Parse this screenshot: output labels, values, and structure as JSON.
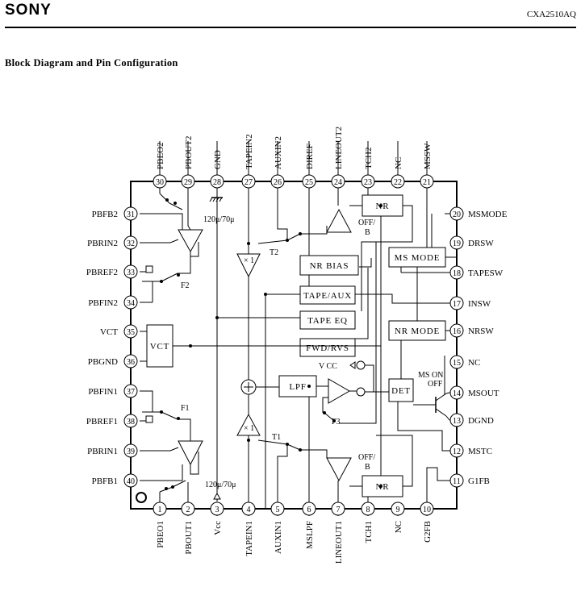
{
  "header": {
    "brand": "SONY",
    "part_number": "CXA2510AQ"
  },
  "section_title": "Block Diagram and Pin Configuration",
  "pins_top": [
    {
      "num": "30",
      "name": "PBEO2"
    },
    {
      "num": "29",
      "name": "PBOUT2"
    },
    {
      "num": "28",
      "name": "GND"
    },
    {
      "num": "27",
      "name": "TAPEIN2"
    },
    {
      "num": "26",
      "name": "AUXIN2"
    },
    {
      "num": "25",
      "name": "DIREF"
    },
    {
      "num": "24",
      "name": "LINEOUT2"
    },
    {
      "num": "23",
      "name": "TCH2"
    },
    {
      "num": "22",
      "name": "NC"
    },
    {
      "num": "21",
      "name": "MSSW"
    }
  ],
  "pins_bottom": [
    {
      "num": "1",
      "name": "PBEO1"
    },
    {
      "num": "2",
      "name": "PBOUT1"
    },
    {
      "num": "3",
      "name": "Vcc"
    },
    {
      "num": "4",
      "name": "TAPEIN1"
    },
    {
      "num": "5",
      "name": "AUXIN1"
    },
    {
      "num": "6",
      "name": "MSLPF"
    },
    {
      "num": "7",
      "name": "LINEOUT1"
    },
    {
      "num": "8",
      "name": "TCH1"
    },
    {
      "num": "9",
      "name": "NC"
    },
    {
      "num": "10",
      "name": "G2FB"
    }
  ],
  "pins_left": [
    {
      "num": "31",
      "name": "PBFB2"
    },
    {
      "num": "32",
      "name": "PBRIN2"
    },
    {
      "num": "33",
      "name": "PBREF2"
    },
    {
      "num": "34",
      "name": "PBFIN2"
    },
    {
      "num": "35",
      "name": "VCT"
    },
    {
      "num": "36",
      "name": "PBGND"
    },
    {
      "num": "37",
      "name": "PBFIN1"
    },
    {
      "num": "38",
      "name": "PBREF1"
    },
    {
      "num": "39",
      "name": "PBRIN1"
    },
    {
      "num": "40",
      "name": "PBFB1"
    }
  ],
  "pins_right": [
    {
      "num": "20",
      "name": "MSMODE"
    },
    {
      "num": "19",
      "name": "DRSW"
    },
    {
      "num": "18",
      "name": "TAPESW"
    },
    {
      "num": "17",
      "name": "INSW"
    },
    {
      "num": "16",
      "name": "NRSW"
    },
    {
      "num": "15",
      "name": "NC"
    },
    {
      "num": "14",
      "name": "MSOUT"
    },
    {
      "num": "13",
      "name": "DGND"
    },
    {
      "num": "12",
      "name": "MSTC"
    },
    {
      "num": "11",
      "name": "G1FB"
    }
  ],
  "blocks": {
    "nr_top": "NR",
    "nr_bottom": "NR",
    "nr_bias": "NR BIAS",
    "tape_aux": "TAPE/AUX",
    "tape_eq": "TAPE EQ",
    "fwd_rvs": "FWD/RVS",
    "ms_mode": "MS MODE",
    "nr_mode": "NR MODE",
    "vct": "VCT",
    "lpf": "LPF",
    "det": "DET"
  },
  "annotations": {
    "eq_top": "120μ/70μ",
    "eq_bottom": "120μ/70μ",
    "f1": "F1",
    "f2": "F2",
    "f3": "F3",
    "t1": "T1",
    "t2": "T2",
    "x1_top": "× 1",
    "x1_bottom": "× 1",
    "off_b_top_1": "OFF/",
    "off_b_top_2": "B",
    "off_b_bot_1": "OFF/",
    "off_b_bot_2": "B",
    "vcc": "V CC",
    "ms_on": "MS  ON",
    "ms_off": "OFF"
  }
}
